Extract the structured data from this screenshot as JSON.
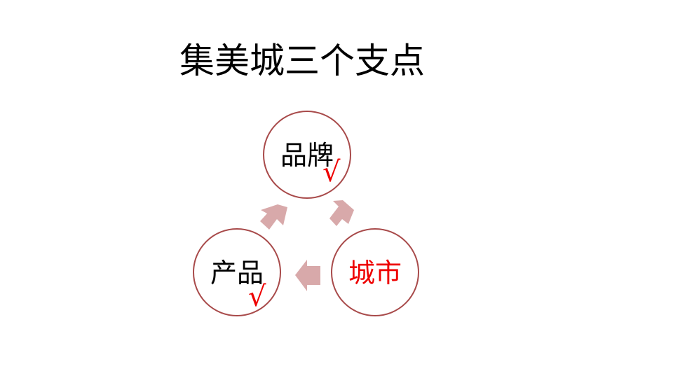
{
  "title": "集美城三个支点",
  "colors": {
    "circle_border": "#a84a4a",
    "arrow_fill": "#d8a9aa",
    "highlight_text": "#ee0000",
    "check_mark": "#ee0000"
  },
  "nodes": [
    {
      "id": "brand",
      "label": "品牌",
      "checked": true,
      "check": "√",
      "text_color": "#000000"
    },
    {
      "id": "city",
      "label": "城市",
      "checked": false,
      "text_color": "#ee0000"
    },
    {
      "id": "product",
      "label": "产品",
      "checked": true,
      "check": "√",
      "text_color": "#000000"
    }
  ],
  "cycle_arrows": [
    {
      "from": "brand",
      "to": "city",
      "direction": "down-right"
    },
    {
      "from": "city",
      "to": "product",
      "direction": "left"
    },
    {
      "from": "product",
      "to": "brand",
      "direction": "up-right"
    }
  ]
}
